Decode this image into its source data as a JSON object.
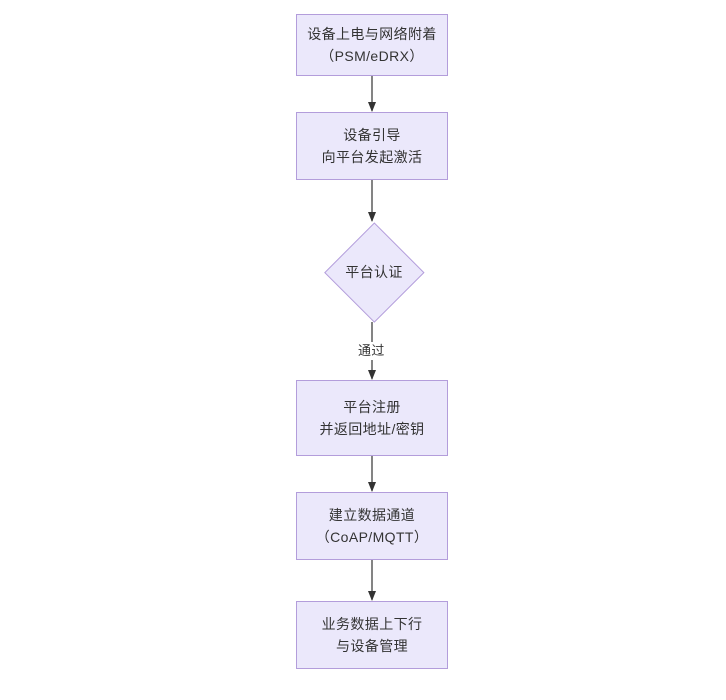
{
  "diagram": {
    "type": "flowchart",
    "orientation": "top-to-bottom",
    "colors": {
      "node_fill": "#ebe8fb",
      "node_border": "#b39ddb",
      "text": "#333333",
      "connector": "#333333",
      "background": "#ffffff"
    },
    "nodes": [
      {
        "id": "power",
        "shape": "rectangle",
        "lines": [
          "设备上电与网络附着",
          "（PSM/eDRX）"
        ]
      },
      {
        "id": "bootstrap",
        "shape": "rectangle",
        "lines": [
          "设备引导",
          "向平台发起激活"
        ]
      },
      {
        "id": "auth",
        "shape": "diamond",
        "lines": [
          "平台认证"
        ]
      },
      {
        "id": "register",
        "shape": "rectangle",
        "lines": [
          "平台注册",
          "并返回地址/密钥"
        ]
      },
      {
        "id": "channel",
        "shape": "rectangle",
        "lines": [
          "建立数据通道",
          "（CoAP/MQTT）"
        ]
      },
      {
        "id": "business",
        "shape": "rectangle",
        "lines": [
          "业务数据上下行",
          "与设备管理"
        ]
      }
    ],
    "edges": [
      {
        "id": "e1",
        "from": "power",
        "to": "bootstrap",
        "label": ""
      },
      {
        "id": "e2",
        "from": "bootstrap",
        "to": "auth",
        "label": ""
      },
      {
        "id": "e3",
        "from": "auth",
        "to": "register",
        "label": "通过"
      },
      {
        "id": "e4",
        "from": "register",
        "to": "channel",
        "label": ""
      },
      {
        "id": "e5",
        "from": "channel",
        "to": "business",
        "label": ""
      }
    ]
  }
}
